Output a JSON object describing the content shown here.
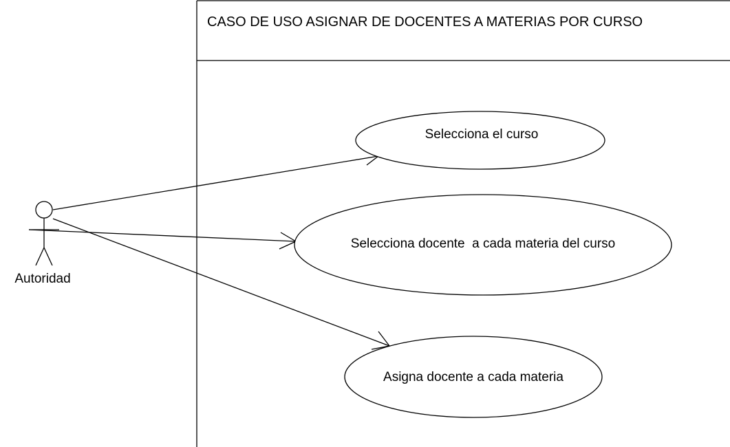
{
  "system_boundary": {
    "title": "CASO DE USO ASIGNAR DE DOCENTES A MATERIAS POR CURSO"
  },
  "actor": {
    "name": "Autoridad"
  },
  "use_cases": [
    {
      "label": "Selecciona el curso"
    },
    {
      "label": "Selecciona docente  a cada materia del curso"
    },
    {
      "label": "Asigna docente a cada materia"
    }
  ],
  "colors": {
    "stroke": "#000000",
    "background": "#ffffff"
  }
}
